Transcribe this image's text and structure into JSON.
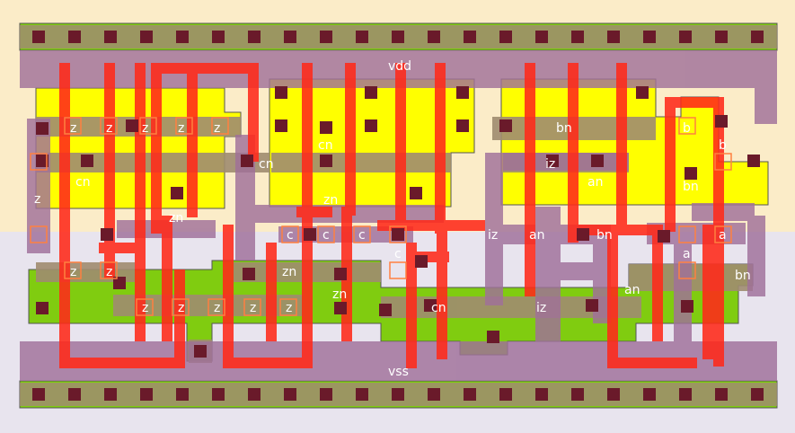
{
  "rails": {
    "top": "vdd",
    "bottom": "vss"
  },
  "labels": {
    "z_top": [
      "z",
      "z",
      "z",
      "z",
      "z"
    ],
    "z_left": "z",
    "z_bottom_left": [
      "z",
      "z"
    ],
    "z_bottom": [
      "z",
      "z",
      "z",
      "z",
      "z"
    ],
    "cn": [
      "cn",
      "cn",
      "cn",
      "cn"
    ],
    "zn": [
      "zn",
      "zn",
      "zn",
      "zn"
    ],
    "c": [
      "c",
      "c",
      "c",
      "c"
    ],
    "iz": [
      "iz",
      "iz",
      "iz"
    ],
    "an": [
      "an",
      "an",
      "an"
    ],
    "bn": [
      "bn",
      "bn",
      "bn",
      "bn"
    ],
    "b": [
      "b",
      "b"
    ],
    "a": [
      "a",
      "a"
    ]
  },
  "colors": {
    "background_top": "#fbecc8",
    "background_bottom": "#e8e4ee",
    "nwell": "#ffff00",
    "pwell": "#80cc10",
    "diffusion": "#a08c70",
    "poly": "#ff2a1a",
    "metal": "#a0709a",
    "contact": "#6a1a2a",
    "rail_green": "#80cc10"
  }
}
